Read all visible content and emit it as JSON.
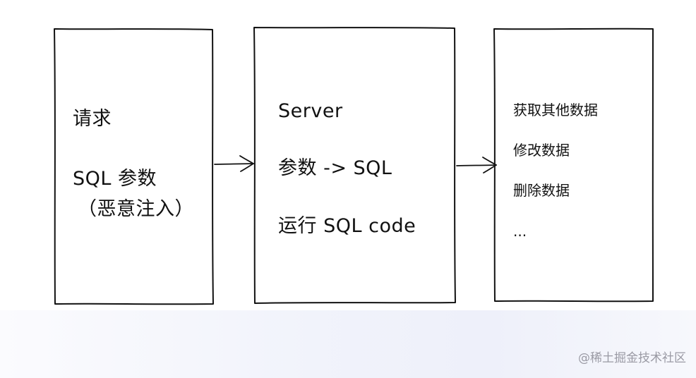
{
  "box_left": {
    "line1": "请求",
    "line2": "SQL 参数",
    "line3": "（恶意注入）"
  },
  "box_middle": {
    "line1": "Server",
    "line2": "参数 -> SQL",
    "line3": "运行 SQL code"
  },
  "box_right": {
    "line1": "获取其他数据",
    "line2": "修改数据",
    "line3": "删除数据",
    "line4": "..."
  },
  "watermark": "@稀土掘金技术社区",
  "colors": {
    "stroke": "#111111",
    "background": "#ffffff",
    "watermark": "#9a9aa4"
  }
}
